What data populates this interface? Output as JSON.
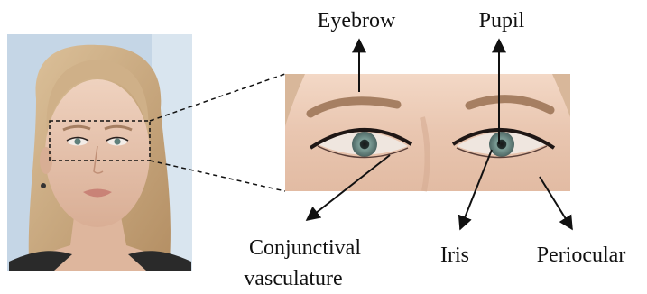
{
  "labels": {
    "eyebrow": "Eyebrow",
    "pupil": "Pupil",
    "conjunctival_line1": "Conjunctival",
    "conjunctival_line2": "vasculature",
    "iris": "Iris",
    "periocular": "Periocular"
  },
  "colors": {
    "skin": "#e6c3ac",
    "hair": "#c9a87c",
    "iris": "#6f8f8a",
    "eyebrow": "#a67f62",
    "arrow": "#111111",
    "background_face": "#c5d6e6"
  }
}
